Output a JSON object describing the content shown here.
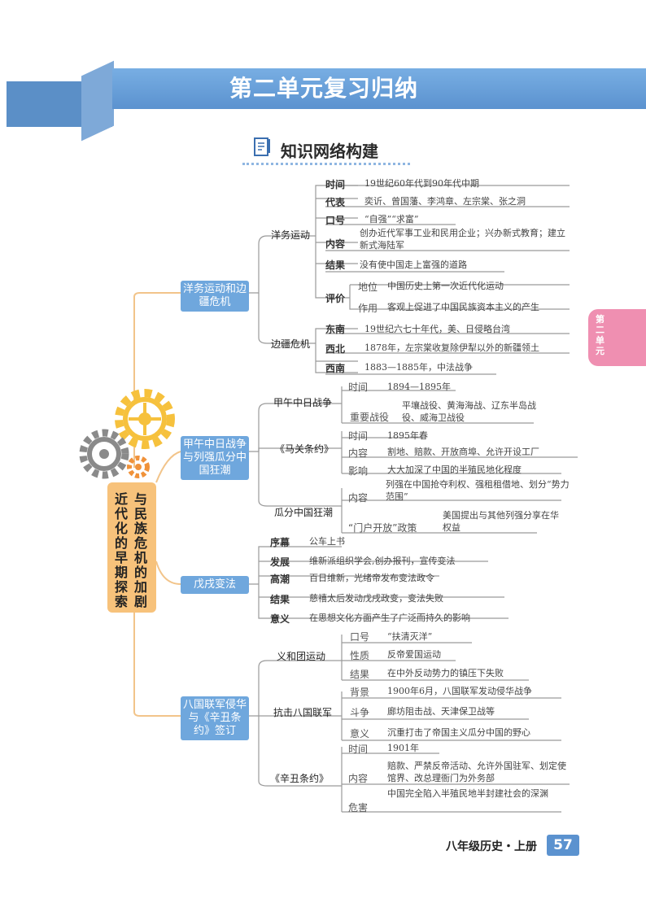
{
  "banner": {
    "title": "第二单元复习归纳"
  },
  "section": {
    "title": "知识网络构建"
  },
  "central": {
    "col1": "近代化的早期探索",
    "col2": "与民族危机的加剧"
  },
  "side_tab": "第二单元",
  "footer": {
    "book": "八年级历史・上册",
    "page": "57"
  },
  "branches": {
    "b1": {
      "label": "洋务运动和边疆危机",
      "yangwu": {
        "label": "洋务运动",
        "time_label": "时间",
        "time": "19世纪60年代到90年代中期",
        "rep_label": "代表",
        "rep": "奕䜣、曾国藩、李鸿章、左宗棠、张之洞",
        "slogan_label": "口号",
        "slogan": "“自强”“求富”",
        "content_label": "内容",
        "content": "创办近代军事工业和民用企业；兴办新式教育；建立新式海陆军",
        "result_label": "结果",
        "result": "没有使中国走上富强的道路",
        "eval_label": "评价",
        "status_label": "地位",
        "status": "中国历史上第一次近代化运动",
        "effect_label": "作用",
        "effect": "客观上促进了中国民族资本主义的产生"
      },
      "frontier": {
        "label": "边疆危机",
        "east_label": "东南",
        "east": "19世纪六七十年代，美、日侵略台湾",
        "nw_label": "西北",
        "nw": "1878年，左宗棠收复除伊犁以外的新疆领土",
        "sw_label": "西南",
        "sw": "1883—1885年，中法战争"
      }
    },
    "b2": {
      "label": "甲午中日战争与列强瓜分中国狂潮",
      "war": {
        "label": "甲午中日战争",
        "time_label": "时间",
        "time": "1894—1895年",
        "battle_label": "重要战役",
        "battle": "平壤战役、黄海海战、辽东半岛战役、威海卫战役"
      },
      "treaty": {
        "label": "《马关条约》",
        "time_label": "时间",
        "time": "1895年春",
        "content_label": "内容",
        "content": "割地、赔款、开放商埠、允许开设工厂",
        "impact_label": "影响",
        "impact": "大大加深了中国的半殖民地化程度"
      },
      "partition": {
        "label": "瓜分中国狂潮",
        "content_label": "内容",
        "content": "列强在中国抢夺利权、强租租借地、划分“势力范围”",
        "policy_label": "“门户开放”政策",
        "policy": "美国提出与其他列强分享在华权益"
      }
    },
    "b3": {
      "label": "戊戌变法",
      "prelude_label": "序幕",
      "prelude": "公车上书",
      "develop_label": "发展",
      "develop": "维新派组织学会,创办报刊，宣传变法",
      "climax_label": "高潮",
      "climax": "百日维新，光绪帝发布变法政令",
      "result_label": "结果",
      "result": "慈禧太后发动戊戌政变，变法失败",
      "meaning_label": "意义",
      "meaning": "在思想文化方面产生了广泛而持久的影响"
    },
    "b4": {
      "label": "八国联军侵华与《辛丑条约》签订",
      "boxer": {
        "label": "义和团运动",
        "slogan_label": "口号",
        "slogan": "“扶清灭洋”",
        "nature_label": "性质",
        "nature": "反帝爱国运动",
        "result_label": "结果",
        "result": "在中外反动势力的镇压下失败"
      },
      "resist": {
        "label": "抗击八国联军",
        "bg_label": "背景",
        "bg": "1900年6月，八国联军发动侵华战争",
        "fight_label": "斗争",
        "fight": "廊坊阻击战、天津保卫战等",
        "meaning_label": "意义",
        "meaning": "沉重打击了帝国主义瓜分中国的野心"
      },
      "xinchou": {
        "label": "《辛丑条约》",
        "time_label": "时间",
        "time": "1901年",
        "content_label": "内容",
        "content": "赔款、严禁反帝活动、允许外国驻军、划定使馆界、改总理衙门为外务部",
        "harm_label": "危害",
        "harm": "中国完全陷入半殖民地半封建社会的深渊"
      }
    }
  },
  "colors": {
    "banner": "#6aa0d8",
    "branch": "#6fa7dd",
    "central": "#f7c27b",
    "tab": "#ef8fb1",
    "gear_yellow": "#f6c13d",
    "gear_gray": "#8a8a8a",
    "gear_orange": "#f0923a",
    "line": "#f2c48a"
  }
}
